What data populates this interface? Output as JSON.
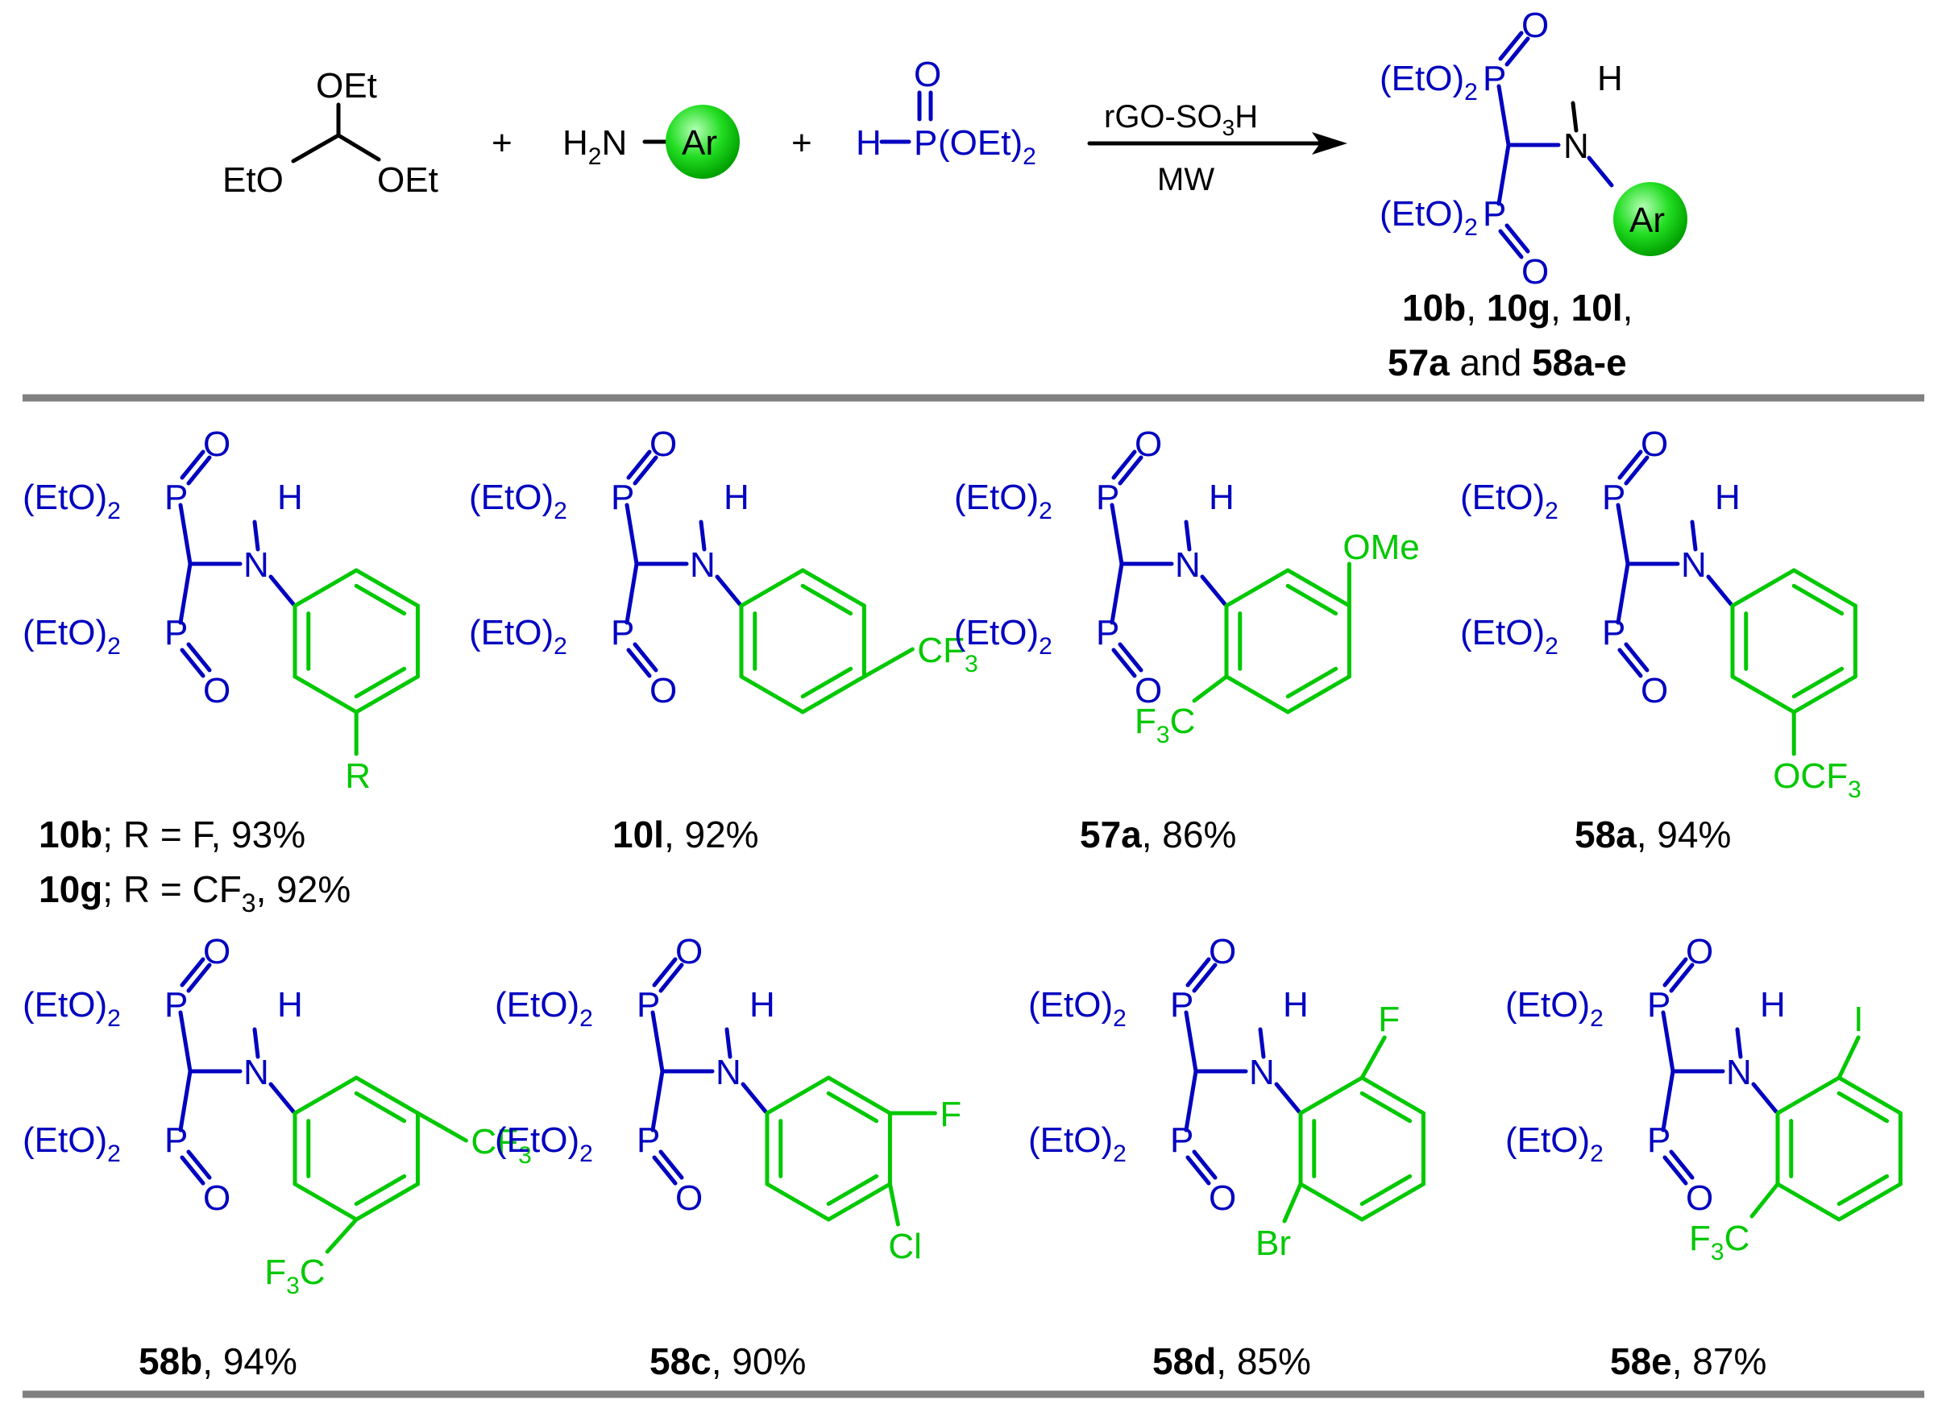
{
  "reaction": {
    "reagent1": {
      "sub1": "OEt",
      "sub2": "EtO",
      "sub3": "OEt"
    },
    "plus": "+",
    "reagent2": {
      "amine": "H",
      "amine_sub": "2",
      "n": "N",
      "ar": "Ar"
    },
    "reagent3": {
      "h": "H",
      "p": "P",
      "o": "O",
      "oet": "(OEt)",
      "oet_sub": "2"
    },
    "conditions": {
      "above": "rGO-SO",
      "above_sub": "3",
      "above_end": "H",
      "below": "MW"
    },
    "product": {
      "group": "(EtO)",
      "group_sub": "2",
      "p": "P",
      "o": "O",
      "n": "N",
      "h": "H",
      "ar": "Ar"
    },
    "product_labels": {
      "line1": {
        "a": "10b",
        "sep1": ", ",
        "b": "10g",
        "sep2": ", ",
        "c": "10l",
        "sep3": ","
      },
      "line2": {
        "a": "57a",
        "mid": " and ",
        "b": "58a-e"
      }
    }
  },
  "atoms": {
    "group": "(EtO)",
    "group_sub": "2",
    "p": "P",
    "o": "O",
    "n": "N",
    "h": "H"
  },
  "compounds": [
    {
      "id": "10b",
      "subs": {
        "r": "R"
      },
      "caption": {
        "b": "10b",
        "t": "; R = F, 93%"
      },
      "caption2": {
        "b": "10g",
        "t1": "; R = CF",
        "sub": "3",
        "t2": ", 92%"
      }
    },
    {
      "id": "10l",
      "subs": {
        "cf3": "CF",
        "cf3_sub": "3"
      },
      "caption": {
        "b": "10l",
        "t": ", 92%"
      }
    },
    {
      "id": "57a",
      "subs": {
        "ome": "OMe",
        "f3c_pre": "F",
        "f3c_sub": "3",
        "f3c_post": "C"
      },
      "caption": {
        "b": "57a",
        "t": ", 86%"
      }
    },
    {
      "id": "58a",
      "subs": {
        "ocf3": "OCF",
        "ocf3_sub": "3"
      },
      "caption": {
        "b": "58a",
        "t": ", 94%"
      }
    },
    {
      "id": "58b",
      "subs": {
        "cf3": "CF",
        "cf3_sub": "3",
        "f3c_pre": "F",
        "f3c_sub": "3",
        "f3c_post": "C"
      },
      "caption": {
        "b": "58b",
        "t": ", 94%"
      }
    },
    {
      "id": "58c",
      "subs": {
        "f": "F",
        "cl": "Cl"
      },
      "caption": {
        "b": "58c",
        "t": ", 90%"
      }
    },
    {
      "id": "58d",
      "subs": {
        "f": "F",
        "br": "Br"
      },
      "caption": {
        "b": "58d",
        "t": ", 85%"
      }
    },
    {
      "id": "58e",
      "subs": {
        "i": "I",
        "f3c_pre": "F",
        "f3c_sub": "3",
        "f3c_post": "C"
      },
      "caption": {
        "b": "58e",
        "t": ", 87%"
      }
    }
  ],
  "colors": {
    "phosphonate": "#0000c0",
    "aryl": "#00c800",
    "separator": "#808080",
    "ar_ball": "#00d800"
  }
}
